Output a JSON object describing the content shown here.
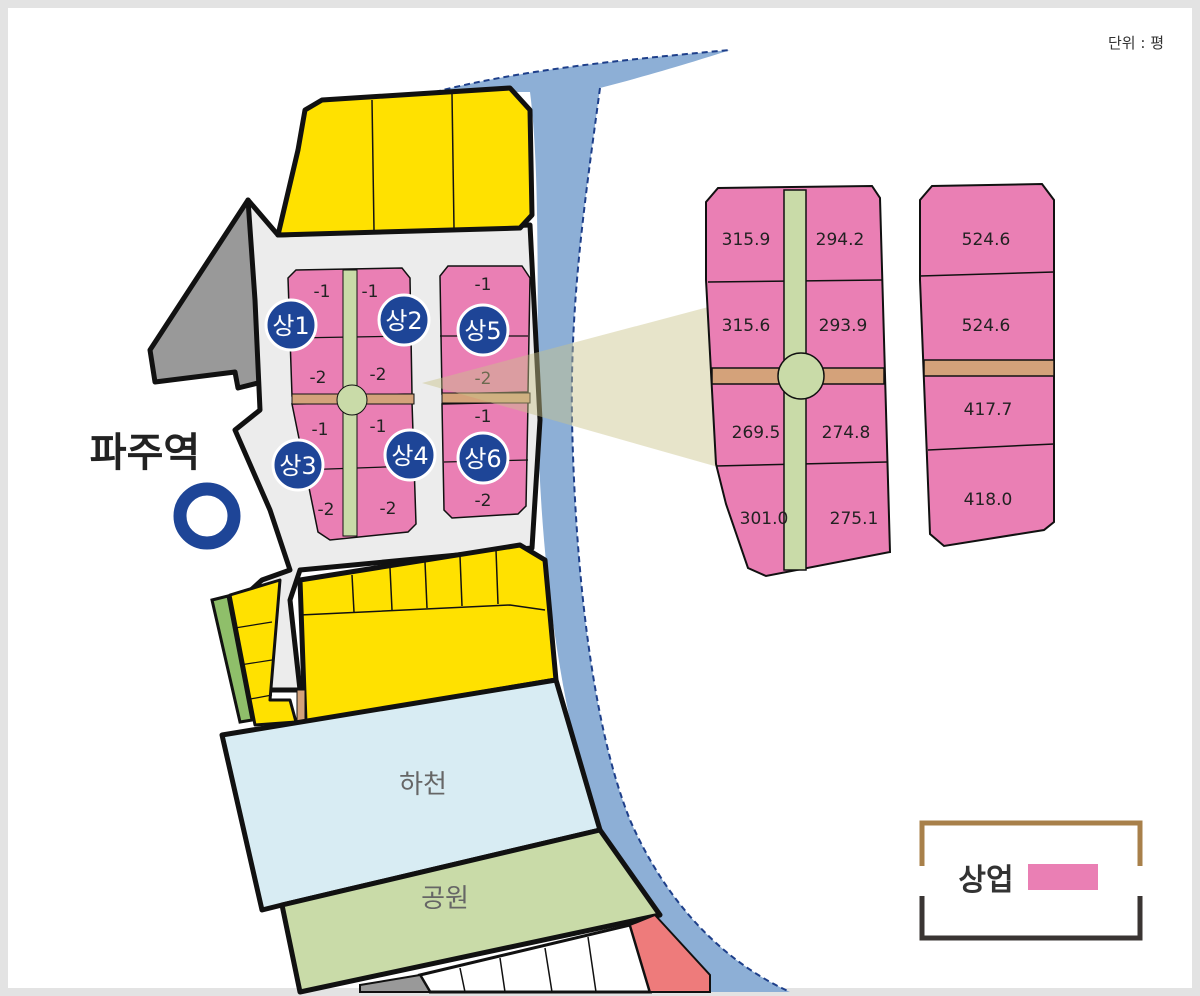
{
  "unit_note": "단위 : 평",
  "station": {
    "name": "파주역",
    "symbol": "station-ring-icon"
  },
  "blocks": [
    {
      "id": "sang1",
      "label": "상1"
    },
    {
      "id": "sang2",
      "label": "상2"
    },
    {
      "id": "sang3",
      "label": "상3"
    },
    {
      "id": "sang4",
      "label": "상4"
    },
    {
      "id": "sang5",
      "label": "상5"
    },
    {
      "id": "sang6",
      "label": "상6"
    }
  ],
  "lot_suffix": {
    "one": "-1",
    "two": "-2"
  },
  "areas": {
    "river": "하천",
    "park": "공원"
  },
  "detail_lots": {
    "left_block": [
      "315.9",
      "294.2",
      "315.6",
      "293.9",
      "269.5",
      "274.8",
      "301.0",
      "275.1"
    ],
    "right_block": [
      "524.6",
      "524.6",
      "417.7",
      "418.0"
    ]
  },
  "legend": {
    "label": "상업",
    "color": "#ea7fb4"
  },
  "colors": {
    "commercial": "#ea7fb4",
    "residential": "#ffe100",
    "river": "#8dafd6",
    "stream_area": "#d8ecf3",
    "park": "#c9dba8",
    "road": "#ececec",
    "grey_block": "#999999",
    "station": "#1e4597",
    "legend_frame_top": "#a8804a",
    "legend_frame_bottom": "#3a3533"
  }
}
